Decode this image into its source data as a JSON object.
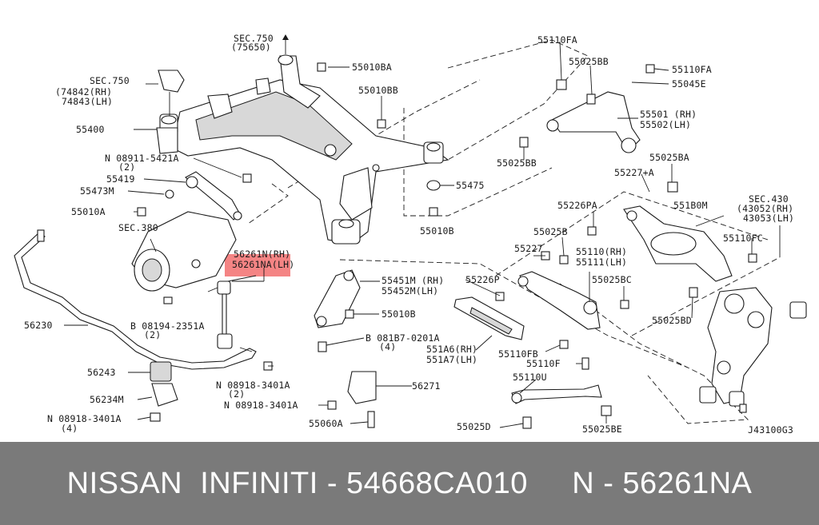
{
  "diagram": {
    "labels": {
      "sec750_top": "SEC.750",
      "sec750_top_sub": "(75650)",
      "p55010BA": "55010BA",
      "sec750_left": "SEC.750",
      "p74842": "(74842(RH)",
      "p74843": "74843(LH)",
      "p55010BB": "55010BB",
      "p55400": "55400",
      "n08911": "N 08911-5421A",
      "n08911_qty": "(2)",
      "p55419": "55419",
      "p55473M": "55473M",
      "p55010A": "55010A",
      "sec380": "SEC.380",
      "p56261N": "56261N(RH)",
      "p56261NA": "56261NA(LH)",
      "p56230": "56230",
      "b08194": "B 08194-2351A",
      "b08194_qty": "(2)",
      "p56243": "56243",
      "n08918a": "N 08918-3401A",
      "n08918a_qty": "(2)",
      "p56234M": "56234M",
      "n08918b": "N 08918-3401A",
      "n08918b_qty": "(4)",
      "n08918c": "N 08918-3401A",
      "p55060A": "55060A",
      "p56271": "56271",
      "p55451M": "55451M (RH)",
      "p55452M": "55452M(LH)",
      "p55010B_a": "55010B",
      "b081B7": "B 081B7-0201A",
      "b081B7_qty": "(4)",
      "p55475": "55475",
      "p55010B_b": "55010B",
      "p55110FA_a": "55110FA",
      "p55025BB_a": "55025BB",
      "p55110FA_b": "55110FA",
      "p55045E": "55045E",
      "p55501": "55501 (RH)",
      "p55502": "55502(LH)",
      "p55025BB_b": "55025BB",
      "p55025BA": "55025BA",
      "p55227A": "55227+A",
      "p55226PA": "55226PA",
      "p551B0M": "551B0M",
      "sec430": "SEC.430",
      "p43052": "(43052(RH)",
      "p43053": "43053(LH)",
      "p55025B": "55025B",
      "p55110FC": "55110FC",
      "p55227": "55227",
      "p55110": "55110(RH)",
      "p55111": "55111(LH)",
      "p55226P": "55226P",
      "p55025BC": "55025BC",
      "p551A6": "551A6(RH)",
      "p551A7": "551A7(LH)",
      "p55110FB": "55110FB",
      "p55025BD": "55025BD",
      "p55110F": "55110F",
      "p55110U": "55110U",
      "p55025D": "55025D",
      "p55025BE": "55025BE",
      "figure_id": "J43100G3"
    }
  },
  "banner": {
    "text": "NISSAN  INFINITI - 54668CA010     N - 56261NA"
  },
  "colors": {
    "banner_bg": "#7a7a7a",
    "highlight": "#f05050"
  }
}
